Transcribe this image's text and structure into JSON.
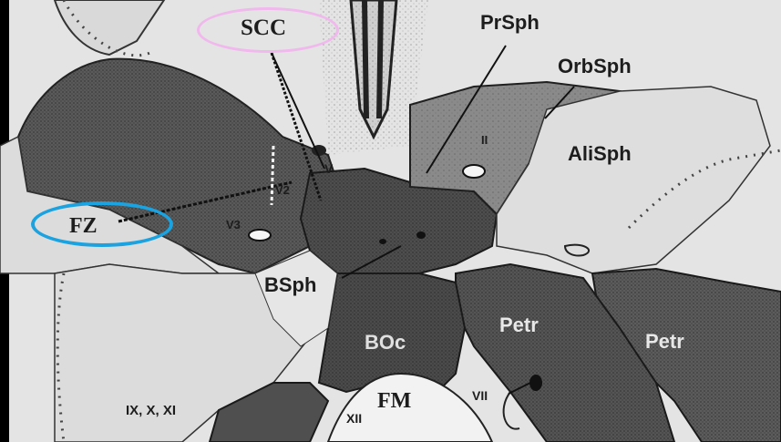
{
  "figure": {
    "colors": {
      "background": "#000000",
      "paper": "#e6e6e6",
      "bone_light": "#d4d4d4",
      "bone_mid": "#8f8f8f",
      "bone_dark": "#4a4a4a",
      "ink": "#1d1d1d",
      "scc_highlight": "#f0b8ec",
      "fz_highlight": "#1aa3e0"
    },
    "labels": {
      "scc": "SCC",
      "fz": "FZ",
      "prsph": "PrSph",
      "orbsph": "OrbSph",
      "alisph": "AliSph",
      "bsph": "BSph",
      "boc": "BOc",
      "petr_left": "Petr",
      "petr_right": "Petr",
      "fm": "FM",
      "nerve_ii": "II",
      "nerve_v": "V",
      "nerve_v2": "V2",
      "nerve_v3": "V3",
      "nerve_vii": "VII",
      "nerve_xii": "XII",
      "nerves_ix_x_xi": "IX, X, XI"
    },
    "highlighted_labels": [
      "SCC",
      "FZ"
    ]
  }
}
